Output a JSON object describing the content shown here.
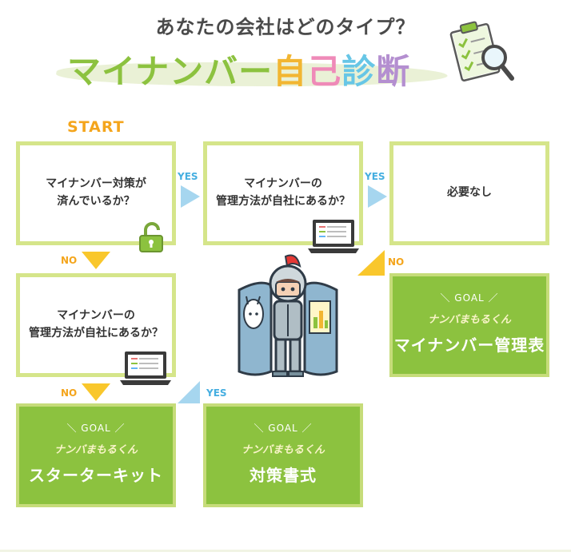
{
  "header": {
    "subtitle": "あなたの会社はどのタイプ？",
    "title_main": "マイナンバー",
    "title_chars": [
      "自",
      "己",
      "診",
      "断"
    ]
  },
  "flow": {
    "start_label": "START",
    "q1": "マイナンバー対策が\n済んでいるか？",
    "q2": "マイナンバーの\n管理方法が自社にあるか？",
    "q3": "マイナンバーの\n管理方法が自社にあるか？",
    "result_none": "必要なし",
    "yes_label": "YES",
    "no_label": "NO"
  },
  "goals": [
    {
      "label": "＼ GOAL ／",
      "brand": "ナンバまもるくん",
      "name": "マイナンバー管理表"
    },
    {
      "label": "＼ GOAL ／",
      "brand": "ナンバまもるくん",
      "name": "スターターキット"
    },
    {
      "label": "＼ GOAL ／",
      "brand": "ナンバまもるくん",
      "name": "対策書式"
    }
  ],
  "colors": {
    "green": "#8cc23f",
    "light_green_border": "#d5e58a",
    "yes_blue": "#45aee0",
    "no_orange": "#f4a51c"
  },
  "icons": [
    "clipboard-magnifier-icon",
    "unlocked-padlock-icon",
    "laptop-icon",
    "knight-mascot-illustration"
  ]
}
